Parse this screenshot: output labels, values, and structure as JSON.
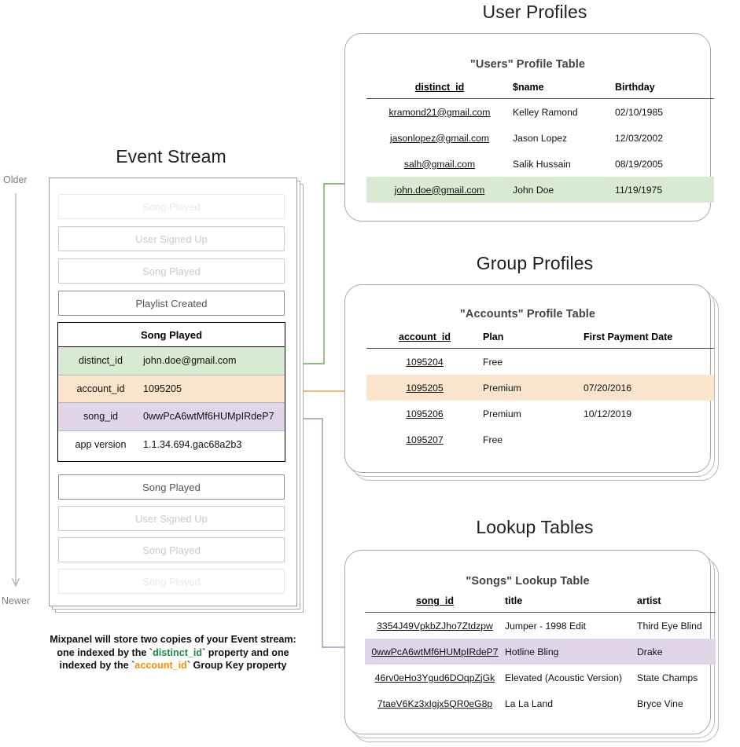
{
  "sections": {
    "event_stream_title": "Event Stream",
    "user_profiles_title": "User Profiles",
    "group_profiles_title": "Group Profiles",
    "lookup_tables_title": "Lookup Tables"
  },
  "timeline": {
    "older_label": "Older",
    "newer_label": "Newer"
  },
  "event_stream": {
    "rows_above": [
      {
        "label": "Song Played",
        "fade": "faded-2"
      },
      {
        "label": "User Signed Up",
        "fade": "faded-1"
      },
      {
        "label": "Song Played",
        "fade": "faded-1"
      },
      {
        "label": "Playlist Created",
        "fade": "solid"
      }
    ],
    "selected_event": {
      "name": "Song Played",
      "properties": [
        {
          "key": "distinct_id",
          "value": "john.doe@gmail.com",
          "highlight": "green"
        },
        {
          "key": "account_id",
          "value": "1095205",
          "highlight": "orange"
        },
        {
          "key": "song_id",
          "value": "0wwPcA6wtMf6HUMpIRdeP7",
          "highlight": "purple"
        },
        {
          "key": "app version",
          "value": "1.1.34.694.gac68a2b3",
          "highlight": "none"
        }
      ]
    },
    "rows_below": [
      {
        "label": "Song Played",
        "fade": "solid"
      },
      {
        "label": "User Signed Up",
        "fade": "faded-1"
      },
      {
        "label": "Song Played",
        "fade": "faded-1"
      },
      {
        "label": "Song Played",
        "fade": "faded-2"
      }
    ]
  },
  "caption": {
    "line1_pre": "Mixpanel will store two copies of your Event stream:",
    "line2_pre": "one indexed by the `",
    "line2_green": "distinct_id",
    "line2_post": "` property and one",
    "line3_pre": "indexed by the `",
    "line3_orange": "account_id",
    "line3_post": "` Group Key property"
  },
  "users_table": {
    "title": "\"Users\" Profile Table",
    "columns": [
      "distinct_id",
      "$name",
      "Birthday"
    ],
    "rows": [
      {
        "cells": [
          "kramond21@gmail.com",
          "Kelley Ramond",
          "02/10/1985"
        ],
        "highlight": "none"
      },
      {
        "cells": [
          "jasonlopez@gmail.com",
          "Jason Lopez",
          "12/03/2002"
        ],
        "highlight": "none"
      },
      {
        "cells": [
          "salh@gmail.com",
          "Salik Hussain",
          "08/19/2005"
        ],
        "highlight": "none"
      },
      {
        "cells": [
          "john.doe@gmail.com",
          "John Doe",
          "11/19/1975"
        ],
        "highlight": "green"
      }
    ]
  },
  "accounts_table": {
    "title": "\"Accounts\" Profile Table",
    "columns": [
      "account_id",
      "Plan",
      "First Payment Date"
    ],
    "rows": [
      {
        "cells": [
          "1095204",
          "Free",
          ""
        ],
        "highlight": "none"
      },
      {
        "cells": [
          "1095205",
          "Premium",
          "07/20/2016"
        ],
        "highlight": "orange"
      },
      {
        "cells": [
          "1095206",
          "Premium",
          "10/12/2019"
        ],
        "highlight": "none"
      },
      {
        "cells": [
          "1095207",
          "Free",
          ""
        ],
        "highlight": "none"
      }
    ]
  },
  "songs_table": {
    "title": "\"Songs\" Lookup Table",
    "columns": [
      "song_id",
      "title",
      "artist"
    ],
    "rows": [
      {
        "cells": [
          "3354J49VpkbZJho7Ztdzpw",
          "Jumper - 1998 Edit",
          "Third Eye Blind"
        ],
        "highlight": "none"
      },
      {
        "cells": [
          "0wwPcA6wtMf6HUMpIRdeP7",
          "Hotline Bling",
          "Drake"
        ],
        "highlight": "purple"
      },
      {
        "cells": [
          "46rv0eHo3Ygud6DOqpZjGk",
          "Elevated (Acoustic Version)",
          "State Champs"
        ],
        "highlight": "none"
      },
      {
        "cells": [
          "7taeV6Kz3xIgjx5QR0eG8p",
          "La La Land",
          "Bryce Vine"
        ],
        "highlight": "none"
      }
    ]
  },
  "colors": {
    "green": "#d9ead3",
    "orange": "#fce5cd",
    "purple": "#e1d5ea",
    "green_line": "#6aa84f",
    "orange_line": "#e8a33d",
    "purple_line": "#a98fbd",
    "card_border": "#a8a8a8"
  }
}
